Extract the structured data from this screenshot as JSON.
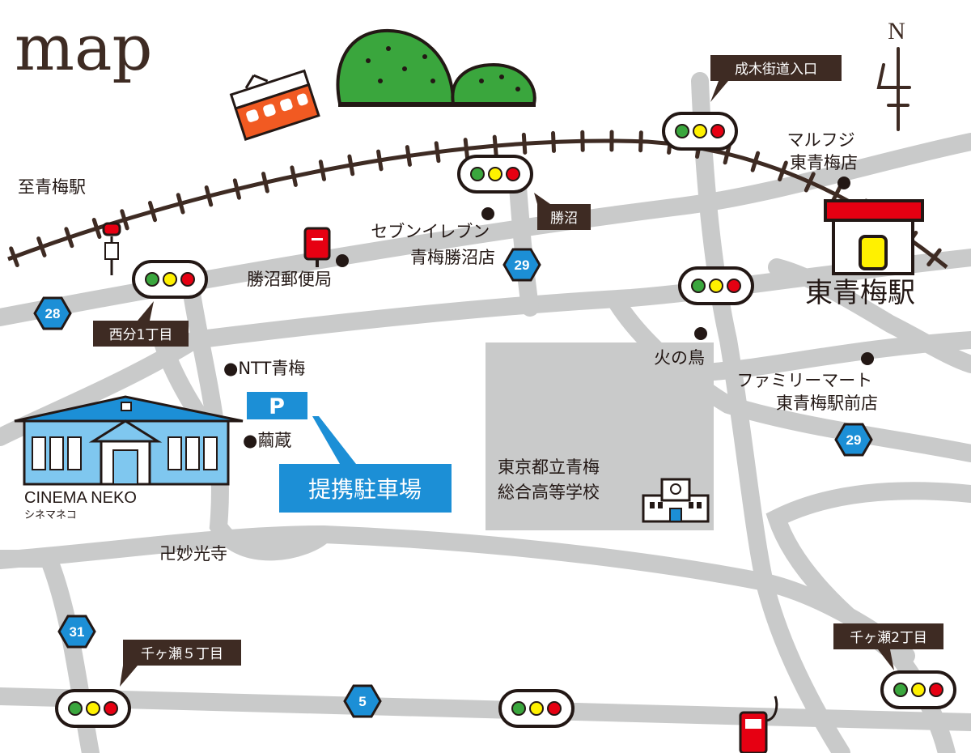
{
  "title": "map",
  "compass": "N",
  "colors": {
    "road": "#c9caca",
    "track": "#3e2b23",
    "tree": "#3aa63d",
    "blue": "#1c8fd6",
    "station_red": "#e60012",
    "train_orange": "#f15a22",
    "ink": "#231815"
  },
  "places": {
    "station_name": "東青梅駅",
    "to_station": "至青梅駅",
    "post_office": "勝沼郵便局",
    "seven_eleven": "セブンイレブン\n青梅勝沼店",
    "marufuji": "マルフジ\n東青梅店",
    "hinotori": "火の鳥",
    "familymart": "ファミリーマート\n東青梅駅前店",
    "ntt": "●NTT青梅",
    "kuranzo": "●繭蔵",
    "parking_letter": "P",
    "parking_label": "提携駐車場",
    "school": "東京都立青梅\n総合高等学校",
    "temple": "卍妙光寺",
    "cinema_name": "CINEMA NEKO",
    "cinema_kana": "シネマネコ"
  },
  "signals": {
    "nariki": "成木街道入口",
    "katsunuma": "勝沼",
    "nishiwake": "西分1丁目",
    "chigase5": "千ヶ瀬５丁目",
    "chigase2": "千ヶ瀬2丁目"
  },
  "routes": [
    "28",
    "29",
    "29",
    "31",
    "5"
  ]
}
